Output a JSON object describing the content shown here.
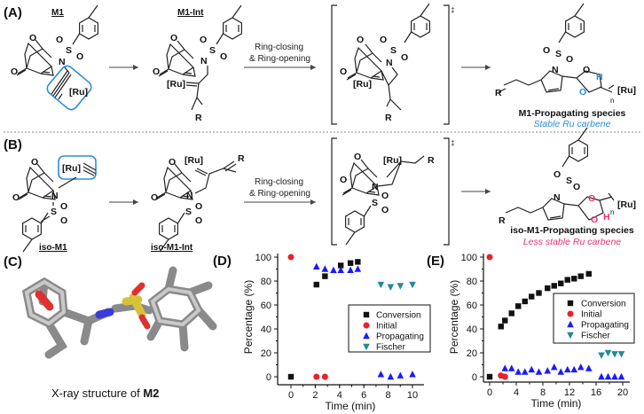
{
  "panels": {
    "A": "(A)",
    "B": "(B)",
    "C": "(C)",
    "D": "(D)",
    "E": "(E)"
  },
  "atoms": {
    "O": "O",
    "N": "N",
    "S": "S",
    "Ru": "[Ru]",
    "R": "R",
    "H": "H",
    "n": "n",
    "ts": "‡"
  },
  "schemeA": {
    "start": "M1",
    "intermediate": "M1-Int",
    "step_line1": "Ring-closing",
    "step_line2": "& Ring-opening",
    "product": "M1-Propagating species",
    "product_note": "Stable Ru carbene"
  },
  "schemeB": {
    "start": "iso-M1",
    "intermediate": "iso-M1-Int",
    "step_line1": "Ring-closing",
    "step_line2": "& Ring-opening",
    "product": "iso-M1-Propagating species",
    "product_note": "Less stable Ru carbene"
  },
  "panelC": {
    "caption": "X-ray structure of ",
    "compound": "M2"
  },
  "colors": {
    "conversion": "#111111",
    "initial": "#e8202a",
    "propagating": "#1a1aff",
    "fischer": "#1f8a9a",
    "stable": "#2a8de0",
    "less_stable": "#e8336e"
  },
  "chart_data": [
    {
      "type": "scatter",
      "panel": "(D)",
      "xlabel": "Time (min)",
      "ylabel": "Percentage (%)",
      "xlim": [
        0,
        10
      ],
      "ylim": [
        0,
        100
      ],
      "xticks": [
        "0",
        "2",
        "4",
        "6",
        "8",
        "10"
      ],
      "yticks": [
        "0",
        "20",
        "40",
        "60",
        "80",
        "100"
      ],
      "legend_position": "center-right",
      "series": [
        {
          "name": "Conversion",
          "marker": "square",
          "x": [
            0,
            2.1,
            2.8,
            4.1,
            4.9,
            5.5
          ],
          "y": [
            0,
            77,
            84,
            93,
            95,
            96
          ]
        },
        {
          "name": "Initial",
          "marker": "circle",
          "x": [
            0,
            2.1,
            2.8
          ],
          "y": [
            100,
            0,
            0
          ]
        },
        {
          "name": "Propagating",
          "marker": "triangle-up",
          "x": [
            2.1,
            2.8,
            3.5,
            4.1,
            4.9,
            5.5,
            7.4,
            8.2,
            9.0,
            10.0
          ],
          "y": [
            92,
            90,
            89,
            89,
            89,
            90,
            2,
            0,
            1,
            2
          ]
        },
        {
          "name": "Fischer",
          "marker": "triangle-down",
          "x": [
            7.4,
            8.2,
            9.0,
            10.0
          ],
          "y": [
            77,
            75,
            76,
            77
          ]
        }
      ]
    },
    {
      "type": "scatter",
      "panel": "(E)",
      "xlabel": "Time (min)",
      "ylabel": "Percentage (%)",
      "xlim": [
        0,
        20
      ],
      "ylim": [
        0,
        100
      ],
      "xticks": [
        "0",
        "4",
        "8",
        "12",
        "16",
        "20"
      ],
      "yticks": [
        "0",
        "20",
        "40",
        "60",
        "80",
        "100"
      ],
      "legend_position": "center-right",
      "series": [
        {
          "name": "Conversion",
          "marker": "square",
          "x": [
            0,
            1.7,
            2.3,
            3.3,
            4.3,
            5.3,
            6.3,
            7.4,
            8.7,
            9.7,
            10.7,
            11.7,
            12.7,
            13.7,
            14.9
          ],
          "y": [
            0,
            42,
            47,
            53,
            59,
            63,
            67,
            70,
            74,
            76,
            78,
            81,
            82,
            84,
            86
          ]
        },
        {
          "name": "Initial",
          "marker": "circle",
          "x": [
            0,
            1.7,
            2.3
          ],
          "y": [
            100,
            1,
            0
          ]
        },
        {
          "name": "Propagating",
          "marker": "triangle-up",
          "x": [
            2.3,
            3.3,
            4.3,
            5.3,
            6.3,
            7.4,
            8.7,
            9.7,
            10.7,
            11.7,
            12.7,
            13.7,
            14.9,
            16.8,
            17.8,
            18.8,
            19.8
          ],
          "y": [
            7,
            7,
            4,
            4,
            6,
            4,
            5,
            8,
            4,
            6,
            6,
            8,
            7,
            0,
            0,
            0,
            0
          ]
        },
        {
          "name": "Fischer",
          "marker": "triangle-down",
          "x": [
            16.8,
            17.8,
            18.8,
            19.8
          ],
          "y": [
            18,
            20,
            19,
            19
          ]
        }
      ]
    }
  ]
}
